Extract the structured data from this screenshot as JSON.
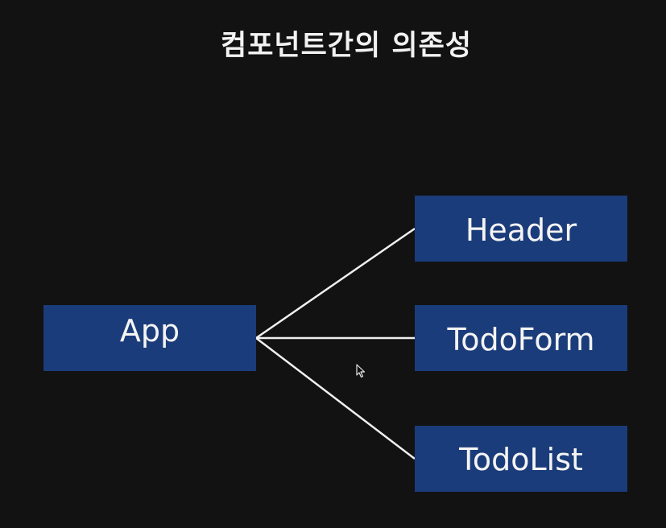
{
  "title": "컴포넌트간의 의존성",
  "nodes": {
    "app": "App",
    "header": "Header",
    "todoform": "TodoForm",
    "todolist": "TodoList"
  },
  "edges": [
    {
      "from": "app",
      "to": "header"
    },
    {
      "from": "app",
      "to": "todoform"
    },
    {
      "from": "app",
      "to": "todolist"
    }
  ],
  "colors": {
    "background": "#121212",
    "node_fill": "#1b3c7a",
    "text": "#f4f4f4",
    "edge": "#f0f0f0"
  }
}
